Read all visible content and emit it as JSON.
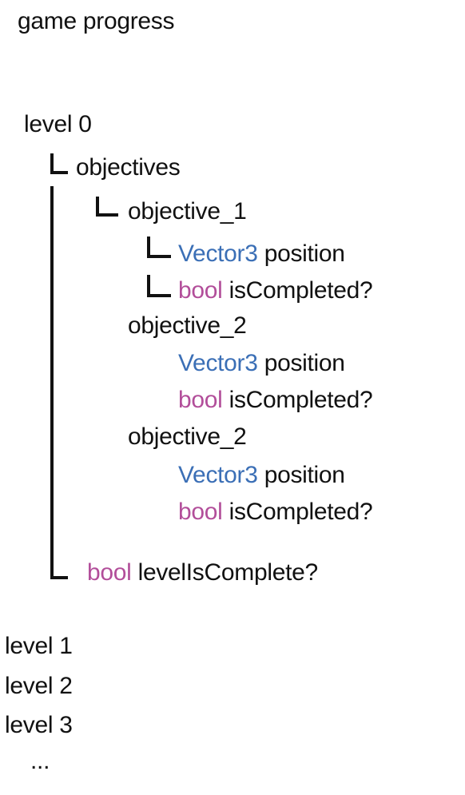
{
  "title": "game progress",
  "level0": {
    "label": "level 0",
    "objectives_label": "objectives",
    "objectives": [
      {
        "name": "objective_1",
        "fields": [
          {
            "type": "Vector3",
            "name": "position"
          },
          {
            "type": "bool",
            "name": "isCompleted?"
          }
        ]
      },
      {
        "name": "objective_2",
        "fields": [
          {
            "type": "Vector3",
            "name": "position"
          },
          {
            "type": "bool",
            "name": "isCompleted?"
          }
        ]
      },
      {
        "name": "objective_2",
        "fields": [
          {
            "type": "Vector3",
            "name": "position"
          },
          {
            "type": "bool",
            "name": "isCompleted?"
          }
        ]
      }
    ],
    "complete_flag": {
      "type": "bool",
      "name": "levelIsComplete?"
    }
  },
  "other_levels": [
    "level 1",
    "level 2",
    "level 3"
  ],
  "ellipsis": "...",
  "colors": {
    "text": "#111111",
    "vector3_type": "#3b6fb6",
    "bool_type": "#b24e9a"
  }
}
